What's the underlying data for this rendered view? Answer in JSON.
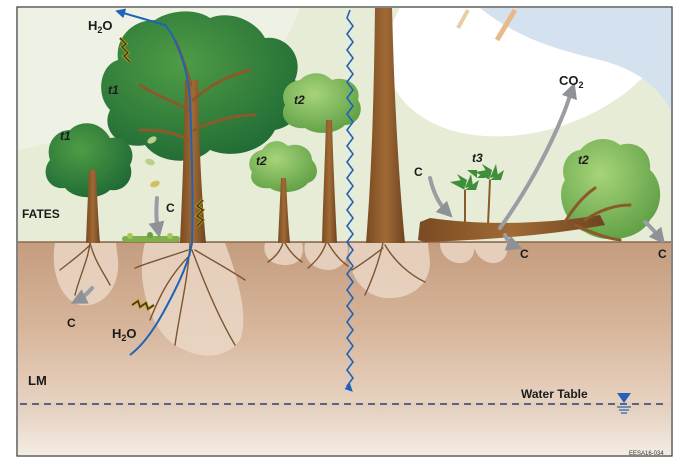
{
  "labels": {
    "fates": "FATES",
    "lm": "LM",
    "water_table": "Water Table",
    "code": "EESA16-034",
    "co2": "CO",
    "co2_sub": "2",
    "h2o_top": "H",
    "h2o_top_sub": "2",
    "h2o_top_o": "O",
    "h2o_bottom": "H",
    "h2o_bottom_sub": "2",
    "h2o_bottom_o": "O",
    "c_leaf": "C",
    "c_root": "C",
    "c_log": "C",
    "c_log_down": "C",
    "c_right": "C",
    "t1_big": "t1",
    "t1_small": "t1",
    "t2_mid": "t2",
    "t2_small": "t2",
    "t2_right": "t2",
    "t3": "t3"
  },
  "colors": {
    "sky_white": "#ffffff",
    "sky_light": "#e8edd8",
    "sky_blue": "#cfe0ec",
    "soil_top": "#c9a487",
    "soil_mid": "#d6b49a",
    "soil_deep": "#e1c6b0",
    "ground_line": "#8a6a50",
    "trunk": "#8b5a2b",
    "canopy_dark": "#2f7a3a",
    "canopy_mid": "#5fa04a",
    "canopy_light": "#9ccc6e",
    "water_blue": "#1f63b8",
    "arrow_gray": "#9a9da3",
    "water_table_line": "#2e3f7a"
  }
}
